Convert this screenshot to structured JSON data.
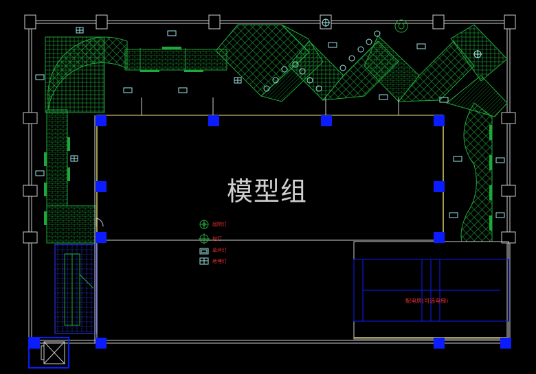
{
  "title": "模型组",
  "legend": {
    "items": [
      {
        "icon": "ringed-cross-circle-icon",
        "label": "庭院灯"
      },
      {
        "icon": "crosshair-circle-icon",
        "label": "射灯"
      },
      {
        "icon": "rect-light-icon",
        "label": "草坪灯"
      },
      {
        "icon": "grid-box-icon",
        "label": "地埋灯"
      }
    ]
  },
  "room_label": "配电房(可选电梯)",
  "colors": {
    "background": "#000000",
    "wall": "#cfcfcf",
    "paving": "#1fa83a",
    "column": "#0b1cff",
    "stair": "#2a3cff",
    "window": "#a59a55",
    "annotation": "#e03030",
    "fixture": "#9fe6e6"
  }
}
